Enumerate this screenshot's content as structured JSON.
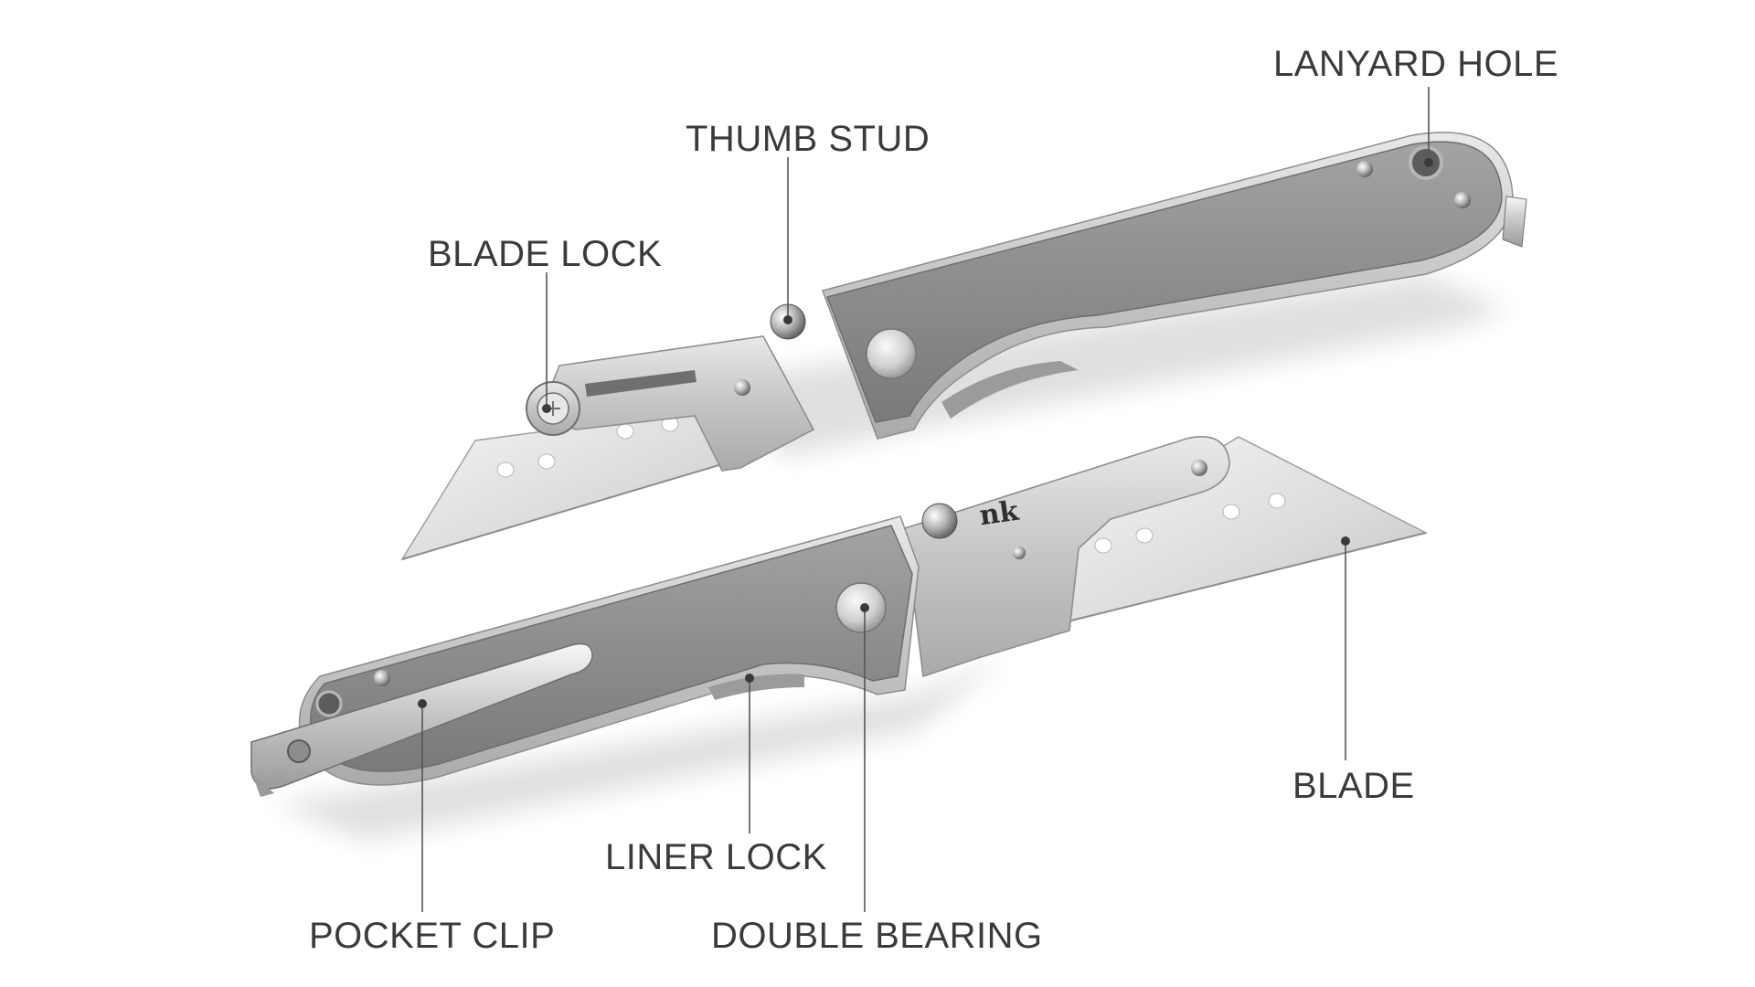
{
  "callouts": {
    "lanyard_hole": "LANYARD HOLE",
    "thumb_stud": "THUMB STUD",
    "blade_lock": "BLADE LOCK",
    "blade": "BLADE",
    "liner_lock": "LINER LOCK",
    "pocket_clip": "POCKET CLIP",
    "double_bearing": "DOUBLE BEARING"
  },
  "brand_mark": "nk",
  "colors": {
    "label": "#3b3b3b",
    "handle_gray": "#8e8e8c",
    "steel": "#cfd0d0",
    "blade": "#e4e6e7",
    "leader": "#555555"
  }
}
